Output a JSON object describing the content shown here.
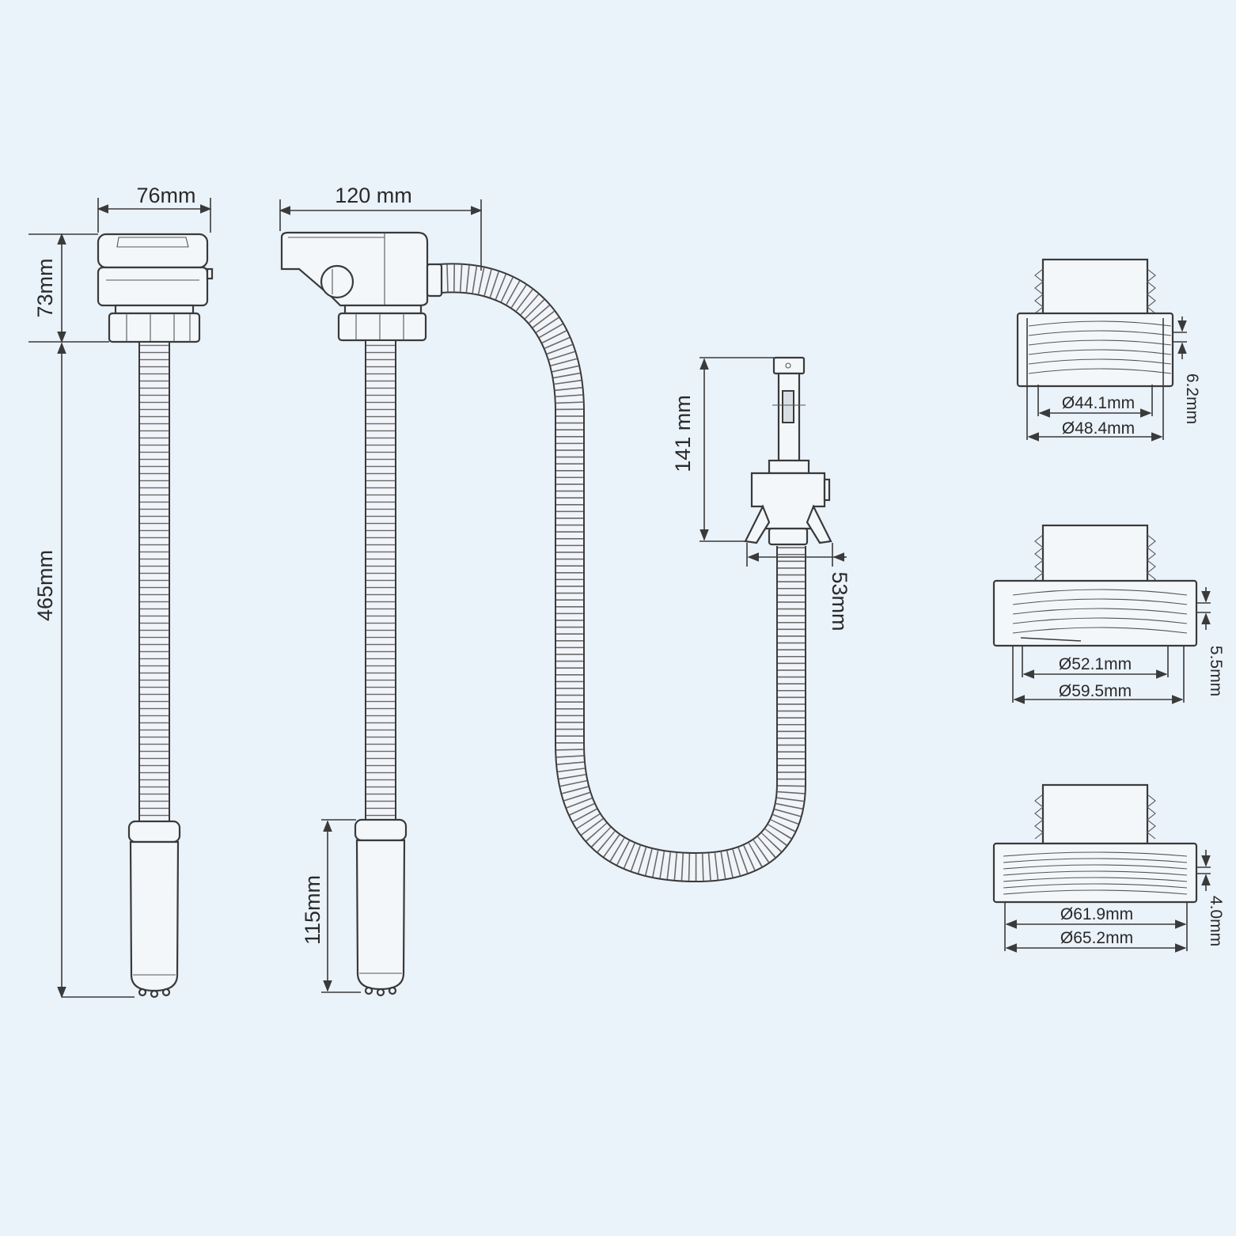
{
  "colors": {
    "background": "#eaf2fa",
    "line": "#3a3a3a"
  },
  "dimensions": {
    "pump_width": "76mm",
    "pump_head_height": "73mm",
    "total_height": "465mm",
    "top_unit_width": "120 mm",
    "outlet_length": "141 mm",
    "outlet_width": "53mm",
    "handle_length": "115mm"
  },
  "adapters": [
    {
      "inner_diameter": "Ø44.1mm",
      "outer_diameter": "Ø48.4mm",
      "thread_pitch": "6.2mm"
    },
    {
      "inner_diameter": "Ø52.1mm",
      "outer_diameter": "Ø59.5mm",
      "thread_pitch": "5.5mm"
    },
    {
      "inner_diameter": "Ø61.9mm",
      "outer_diameter": "Ø65.2mm",
      "thread_pitch": "4.0mm"
    }
  ]
}
